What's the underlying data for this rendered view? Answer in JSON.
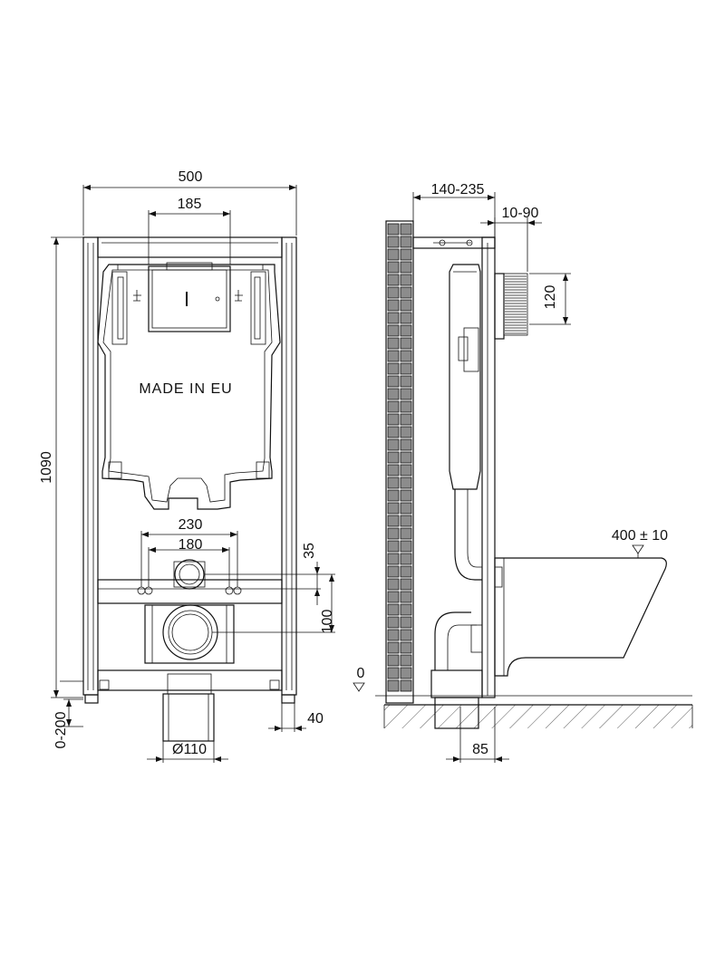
{
  "front_view": {
    "dim_width": "500",
    "dim_frame_inner": "185",
    "dim_height": "1090",
    "dim_leg_adjust": "0-200",
    "dim_fix_outer": "230",
    "dim_fix_inner": "180",
    "dim_35": "35",
    "dim_100": "100",
    "dim_40": "40",
    "dim_pipe": "Ø110",
    "cistern_text": "MADE IN EU"
  },
  "side_view": {
    "dim_depth": "140-235",
    "dim_panel": "10-90",
    "dim_button": "120",
    "dim_bowl": "400 ± 10",
    "dim_floor": "0",
    "dim_85": "85"
  },
  "colors": {
    "line": "#111111",
    "tile_fill": "#8c8c8c",
    "background": "#ffffff"
  }
}
